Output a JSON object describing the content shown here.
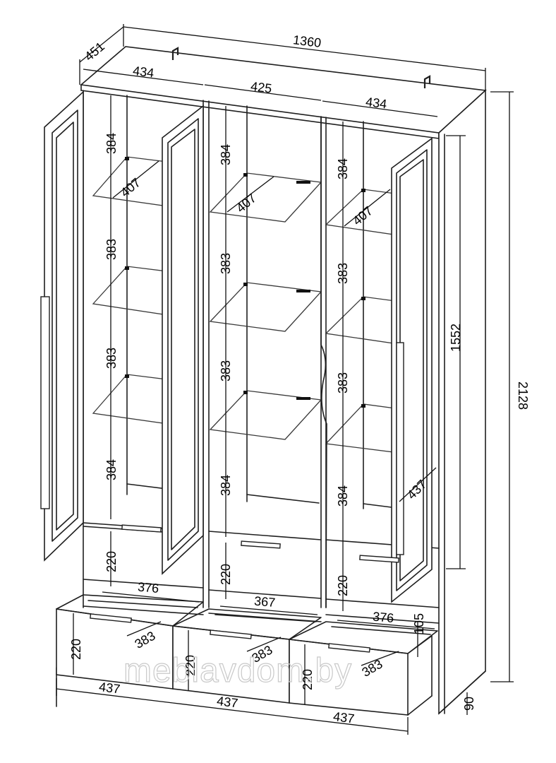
{
  "dimensions": {
    "total_width": "1360",
    "depth": "451",
    "section_left": "434",
    "section_middle": "425",
    "section_right": "434",
    "total_height": "2128",
    "glass_height": "1552",
    "shelf_gap_top": "384",
    "shelf_gap_mid": "383",
    "shelf_gap_bottom": "384",
    "shelf_depth_a": "407",
    "shelf_depth_b": "437",
    "drawer_upper_height": "220",
    "drawer_lower_height": "220",
    "drawer_front_width": "437",
    "drawer_inner_left": "376",
    "drawer_inner_mid": "367",
    "drawer_inner_right": "376",
    "drawer_depth": "383",
    "drawer_side_height": "105",
    "plinth_height": "90"
  },
  "watermark": "meblavdom.by",
  "colors": {
    "line": "#1f1f1f",
    "background": "#ffffff",
    "watermark": "#c9c9c9"
  }
}
